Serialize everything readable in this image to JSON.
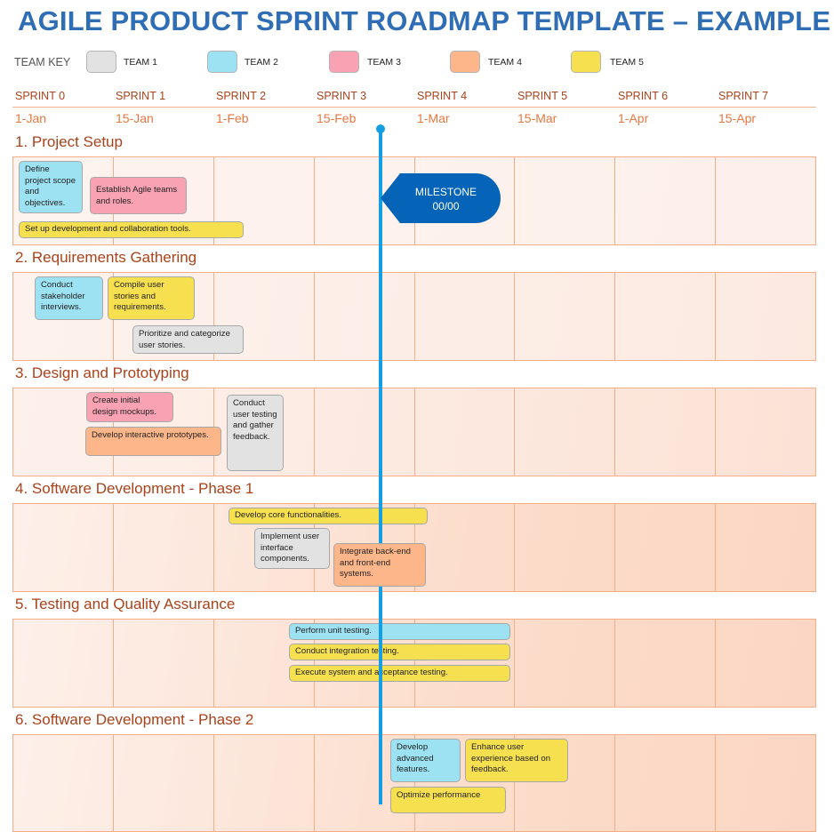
{
  "title": "AGILE PRODUCT SPRINT ROADMAP TEMPLATE – EXAMPLE",
  "team_key": {
    "label": "TEAM KEY",
    "teams": [
      {
        "name": "TEAM 1",
        "color": "#e2e2e2"
      },
      {
        "name": "TEAM 2",
        "color": "#9de2f3"
      },
      {
        "name": "TEAM 3",
        "color": "#f8a2b3"
      },
      {
        "name": "TEAM 4",
        "color": "#fdb58a"
      },
      {
        "name": "TEAM 5",
        "color": "#f7e04f"
      }
    ]
  },
  "sprints": [
    {
      "label": "SPRINT 0",
      "date": "1-Jan"
    },
    {
      "label": "SPRINT 1",
      "date": "15-Jan"
    },
    {
      "label": "SPRINT 2",
      "date": "1-Feb"
    },
    {
      "label": "SPRINT 3",
      "date": "15-Feb"
    },
    {
      "label": "SPRINT 4",
      "date": "1-Mar"
    },
    {
      "label": "SPRINT 5",
      "date": "15-Mar"
    },
    {
      "label": "SPRINT 6",
      "date": "1-Apr"
    },
    {
      "label": "SPRINT 7",
      "date": "15-Apr"
    }
  ],
  "milestone": {
    "label": "MILESTONE",
    "date": "00/00",
    "color": "#0563b8",
    "line_color": "#159ee2"
  },
  "sections": [
    {
      "title": "1. Project Setup",
      "tasks": [
        {
          "text": "Define project scope and objectives.",
          "team": 2
        },
        {
          "text": "Establish Agile teams and roles.",
          "team": 3
        },
        {
          "text": "Set up development and collaboration tools.",
          "team": 5
        }
      ]
    },
    {
      "title": "2. Requirements Gathering",
      "tasks": [
        {
          "text": "Conduct stakeholder interviews.",
          "team": 2
        },
        {
          "text": "Compile user stories and requirements.",
          "team": 5
        },
        {
          "text": "Prioritize and categorize user stories.",
          "team": 1
        }
      ]
    },
    {
      "title": "3. Design and Prototyping",
      "tasks": [
        {
          "text": "Create initial design mockups.",
          "team": 3
        },
        {
          "text": "Develop interactive prototypes.",
          "team": 4
        },
        {
          "text": "Conduct user testing and gather feedback.",
          "team": 1
        }
      ]
    },
    {
      "title": "4. Software Development - Phase 1",
      "tasks": [
        {
          "text": "Develop core functionalities.",
          "team": 5
        },
        {
          "text": "Implement user interface components.",
          "team": 1
        },
        {
          "text": "Integrate back-end and front-end systems.",
          "team": 4
        }
      ]
    },
    {
      "title": "5. Testing and Quality Assurance",
      "tasks": [
        {
          "text": "Perform unit testing.",
          "team": 2
        },
        {
          "text": "Conduct integration testing.",
          "team": 5
        },
        {
          "text": "Execute system and acceptance testing.",
          "team": 5
        }
      ]
    },
    {
      "title": "6. Software Development - Phase 2",
      "tasks": [
        {
          "text": "Develop advanced features.",
          "team": 2
        },
        {
          "text": "Enhance user experience based on feedback.",
          "team": 5
        },
        {
          "text": "Optimize performance",
          "team": 5
        }
      ]
    }
  ]
}
